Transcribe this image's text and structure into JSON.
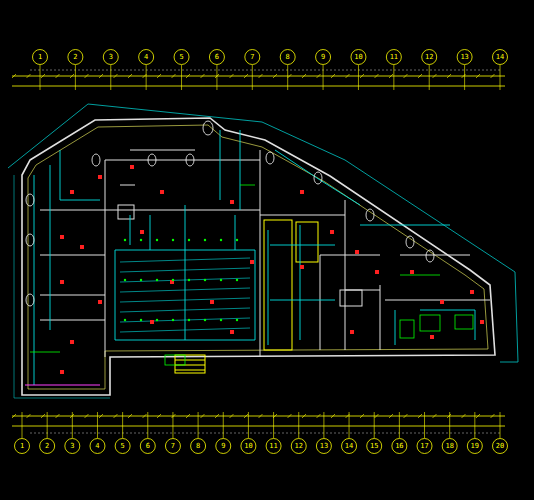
{
  "diagram": {
    "labels": [
      "1",
      "2",
      "3",
      "4",
      "5",
      "6",
      "7",
      "8",
      "9",
      "10",
      "11",
      "12",
      "13",
      "14",
      "1",
      "2",
      "3",
      "4",
      "5",
      "6",
      "7",
      "8",
      "9",
      "10",
      "11",
      "12",
      "13",
      "14",
      "15",
      "16",
      "17",
      "18",
      "19",
      "20"
    ]
  }
}
